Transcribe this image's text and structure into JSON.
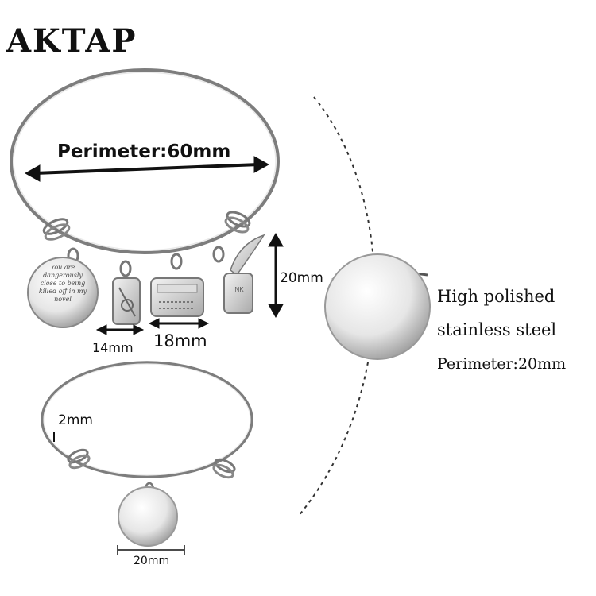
{
  "brand": "AKTAP",
  "bracelet_top": {
    "perimeter_label": "Perimeter:60mm",
    "charm_text": "You are dangerously close to being killed off in my novel",
    "ink_label": "INK",
    "charm_height_label": "20mm",
    "scissors_width_label": "14mm",
    "typewriter_width_label": "18mm"
  },
  "bracelet_bottom": {
    "wire_label": "2mm",
    "disc_label": "20mm"
  },
  "detail": {
    "lines": [
      "High polished",
      "stainless steel",
      "Perimeter:20mm"
    ]
  }
}
